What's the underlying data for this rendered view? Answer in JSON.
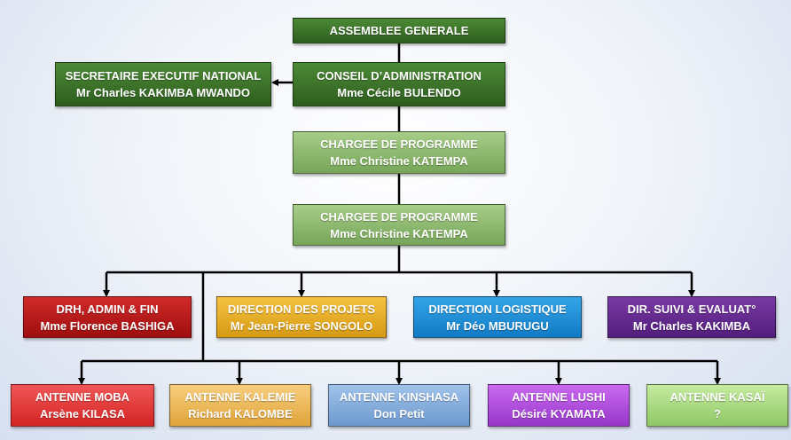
{
  "org": {
    "assemblee": {
      "line1": "ASSEMBLEE GENERALE"
    },
    "conseil": {
      "line1": "CONSEIL D’ADMINISTRATION",
      "line2": "Mme Cécile BULENDO"
    },
    "secretaire": {
      "line1": "SECRETAIRE EXECUTIF NATIONAL",
      "line2": "Mr Charles KAKIMBA MWANDO"
    },
    "chargee1": {
      "line1": "CHARGEE DE PROGRAMME",
      "line2": "Mme Christine KATEMPA"
    },
    "chargee2": {
      "line1": "CHARGEE DE PROGRAMME",
      "line2": "Mme Christine KATEMPA"
    },
    "directions": [
      {
        "line1": "DRH, ADMIN & FIN",
        "line2": "Mme Florence BASHIGA"
      },
      {
        "line1": "DIRECTION DES PROJETS",
        "line2": "Mr Jean-Pierre SONGOLO"
      },
      {
        "line1": "DIRECTION LOGISTIQUE",
        "line2": "Mr Déo MBURUGU"
      },
      {
        "line1": "DIR. SUIVI & EVALUAT°",
        "line2": "Mr Charles KAKIMBA"
      }
    ],
    "antennes": [
      {
        "line1": "ANTENNE MOBA",
        "line2": "Arsène KILASA"
      },
      {
        "line1": "ANTENNE KALEMIE",
        "line2": "Richard KALOMBE"
      },
      {
        "line1": "ANTENNE KINSHASA",
        "line2": "Don Petit"
      },
      {
        "line1": "ANTENNE LUSHI",
        "line2": "Désiré KYAMATA"
      },
      {
        "line1": "ANTENNE KASAÏ",
        "line2": "?"
      }
    ]
  }
}
